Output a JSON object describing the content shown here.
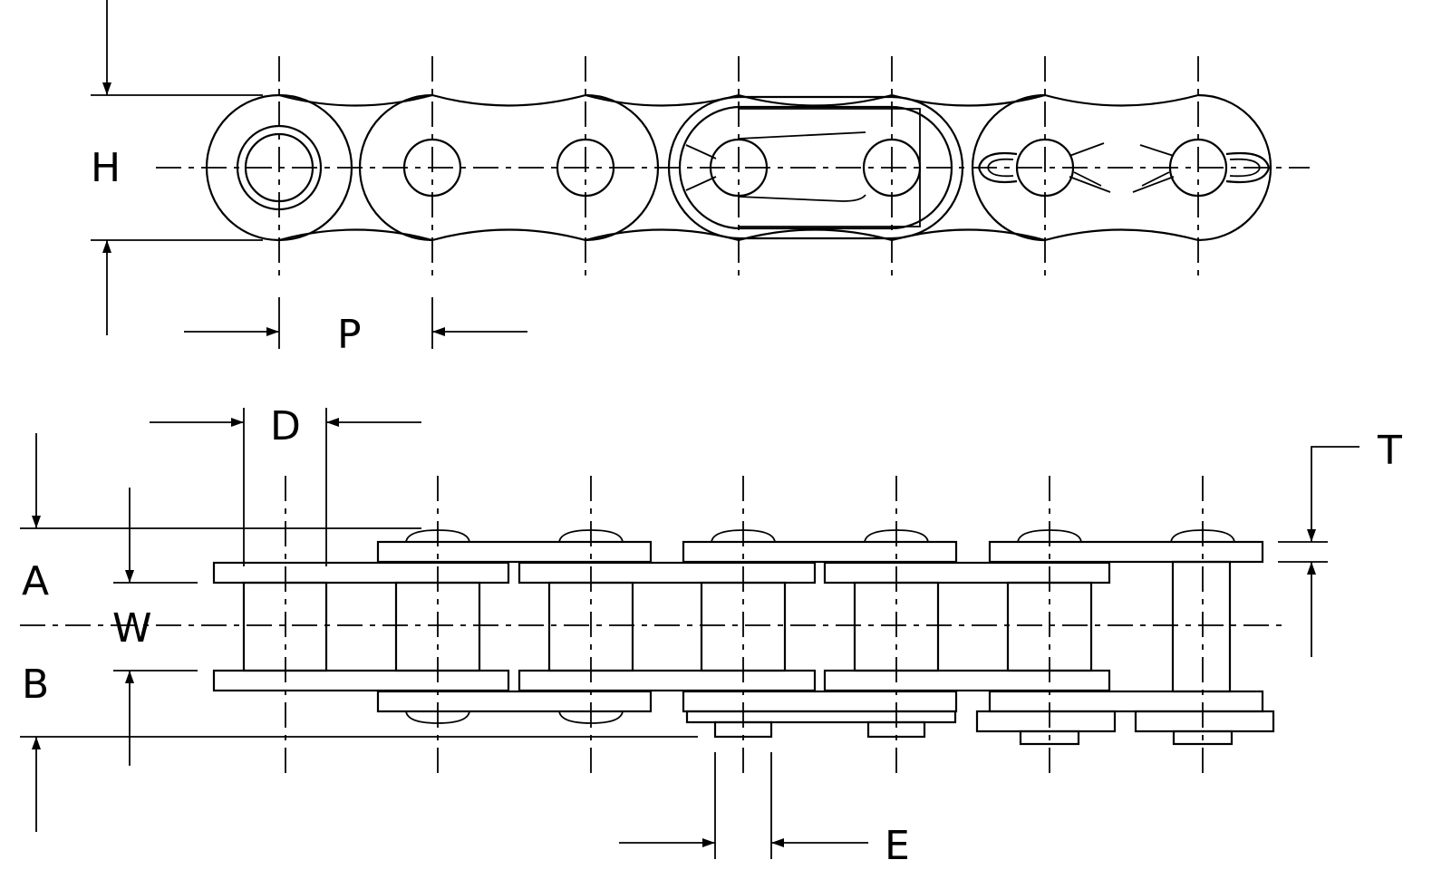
{
  "labels": {
    "height": "H",
    "pitch": "P",
    "roller_diameter": "D",
    "a_dimension": "A",
    "width": "W",
    "b_dimension": "B",
    "plate_thickness": "T",
    "e_dimension": "E"
  },
  "colors": {
    "line": "#000000",
    "background": "#ffffff"
  }
}
